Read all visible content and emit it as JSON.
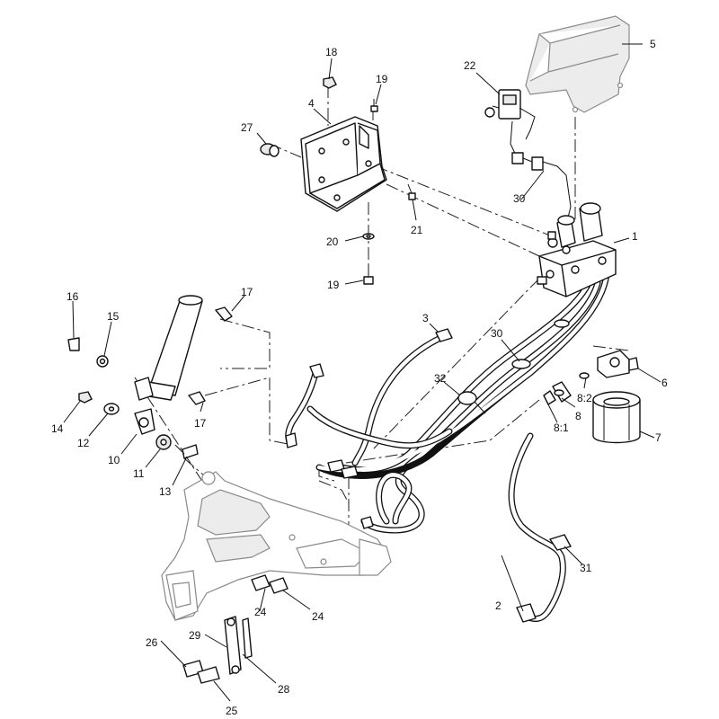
{
  "callouts": {
    "c1": "1",
    "c2": "2",
    "c3": "3",
    "c4": "4",
    "c5": "5",
    "c6": "6",
    "c7": "7",
    "c8": "8",
    "c8_1": "8:1",
    "c8_2": "8:2",
    "c10": "10",
    "c11": "11",
    "c12": "12",
    "c13": "13",
    "c14": "14",
    "c15": "15",
    "c16": "16",
    "c17a": "17",
    "c17b": "17",
    "c18": "18",
    "c19a": "19",
    "c19b": "19",
    "c20": "20",
    "c21": "21",
    "c22": "22",
    "c24a": "24",
    "c24b": "24",
    "c25": "25",
    "c26": "26",
    "c27": "27",
    "c28": "28",
    "c29": "29",
    "c30a": "30",
    "c30b": "30",
    "c31": "31",
    "c32": "32"
  }
}
